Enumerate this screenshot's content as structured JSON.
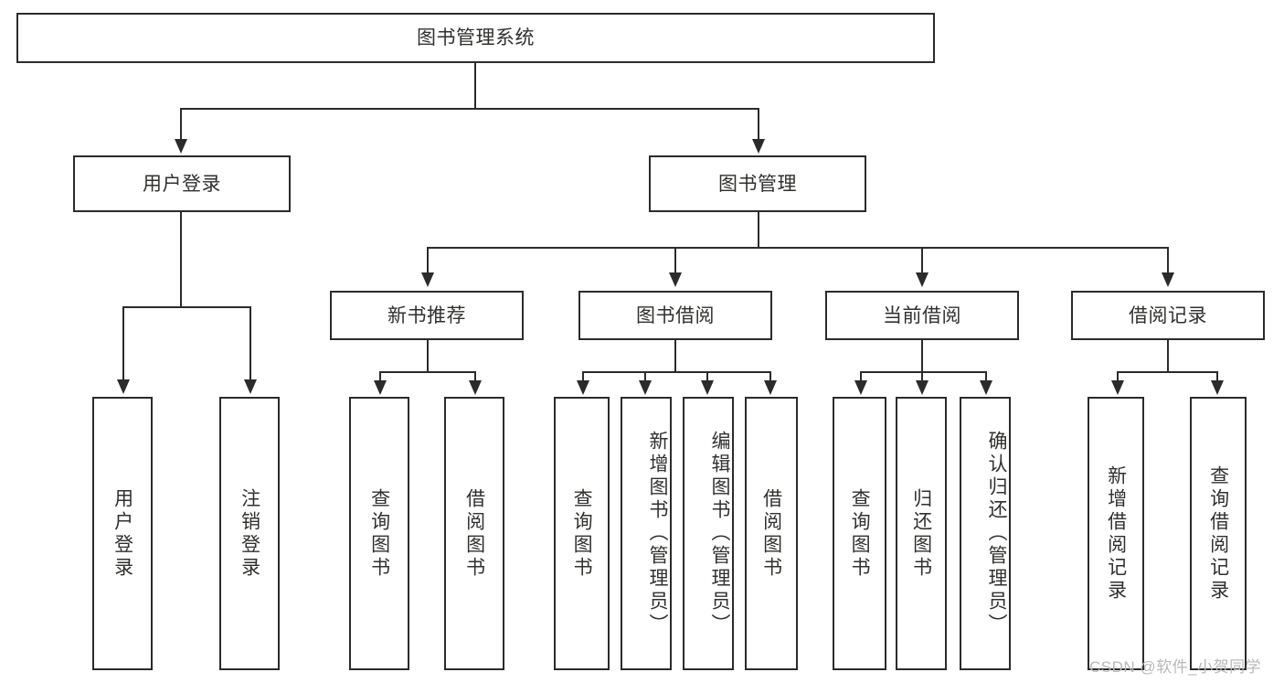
{
  "diagram": {
    "title": "图书管理系统",
    "watermark": "CSDN @软件_小贺同学",
    "colors": {
      "stroke": "#2b2b2b",
      "text": "#30302f",
      "background": "#ffffff",
      "watermark": "#b9b9b9"
    },
    "levels": {
      "root": {
        "label": "图书管理系统"
      },
      "level2": [
        {
          "label": "用户登录"
        },
        {
          "label": "图书管理"
        }
      ],
      "level3": [
        {
          "label": "新书推荐"
        },
        {
          "label": "图书借阅"
        },
        {
          "label": "当前借阅"
        },
        {
          "label": "借阅记录"
        }
      ],
      "leaves": {
        "user_login": [
          {
            "label": "用户登录"
          },
          {
            "label": "注销登录"
          }
        ],
        "new_book_recommend": [
          {
            "label": "查询图书"
          },
          {
            "label": "借阅图书"
          }
        ],
        "book_borrow": [
          {
            "label": "查询图书"
          },
          {
            "label": "新增图书（管理员）"
          },
          {
            "label": "编辑图书（管理员）"
          },
          {
            "label": "借阅图书"
          }
        ],
        "current_borrow": [
          {
            "label": "查询图书"
          },
          {
            "label": "归还图书"
          },
          {
            "label": "确认归还（管理员）"
          }
        ],
        "borrow_record": [
          {
            "label": "新增借阅记录"
          },
          {
            "label": "查询借阅记录"
          }
        ]
      }
    }
  }
}
